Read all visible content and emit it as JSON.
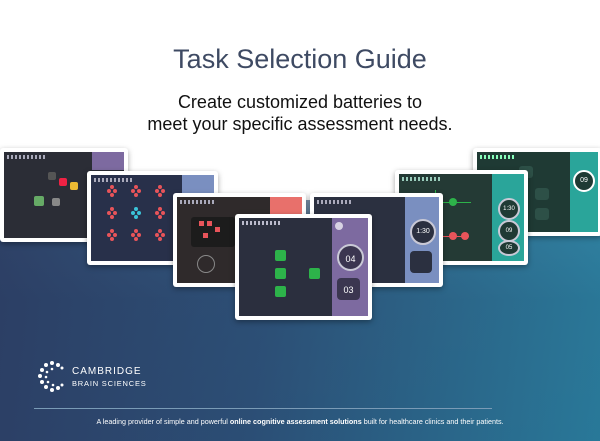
{
  "header": {
    "title": "Task Selection Guide",
    "subtitle_line1": "Create customized batteries to",
    "subtitle_line2": "meet your specific assessment needs."
  },
  "screens": {
    "s5_counter_1": "04",
    "s5_counter_2": "03",
    "s6_time": "1:30",
    "s7_a": "1:30",
    "s7_b": "09",
    "s7_c": "05",
    "s8_counter": "09"
  },
  "logo": {
    "line1": "CAMBRIDGE",
    "line2": "BRAIN SCIENCES"
  },
  "footer": {
    "prefix": "A leading provider of simple and powerful ",
    "bold": "online cognitive assessment solutions",
    "suffix": " built for healthcare clinics and their patients."
  },
  "colors": {
    "title": "#3e4a63",
    "accent_green": "#2db34a",
    "purple_panel": "#7d6aa0",
    "salmon_panel": "#e8706b",
    "blue_panel": "#7a8fc0",
    "teal_panel": "#2aa59a"
  }
}
